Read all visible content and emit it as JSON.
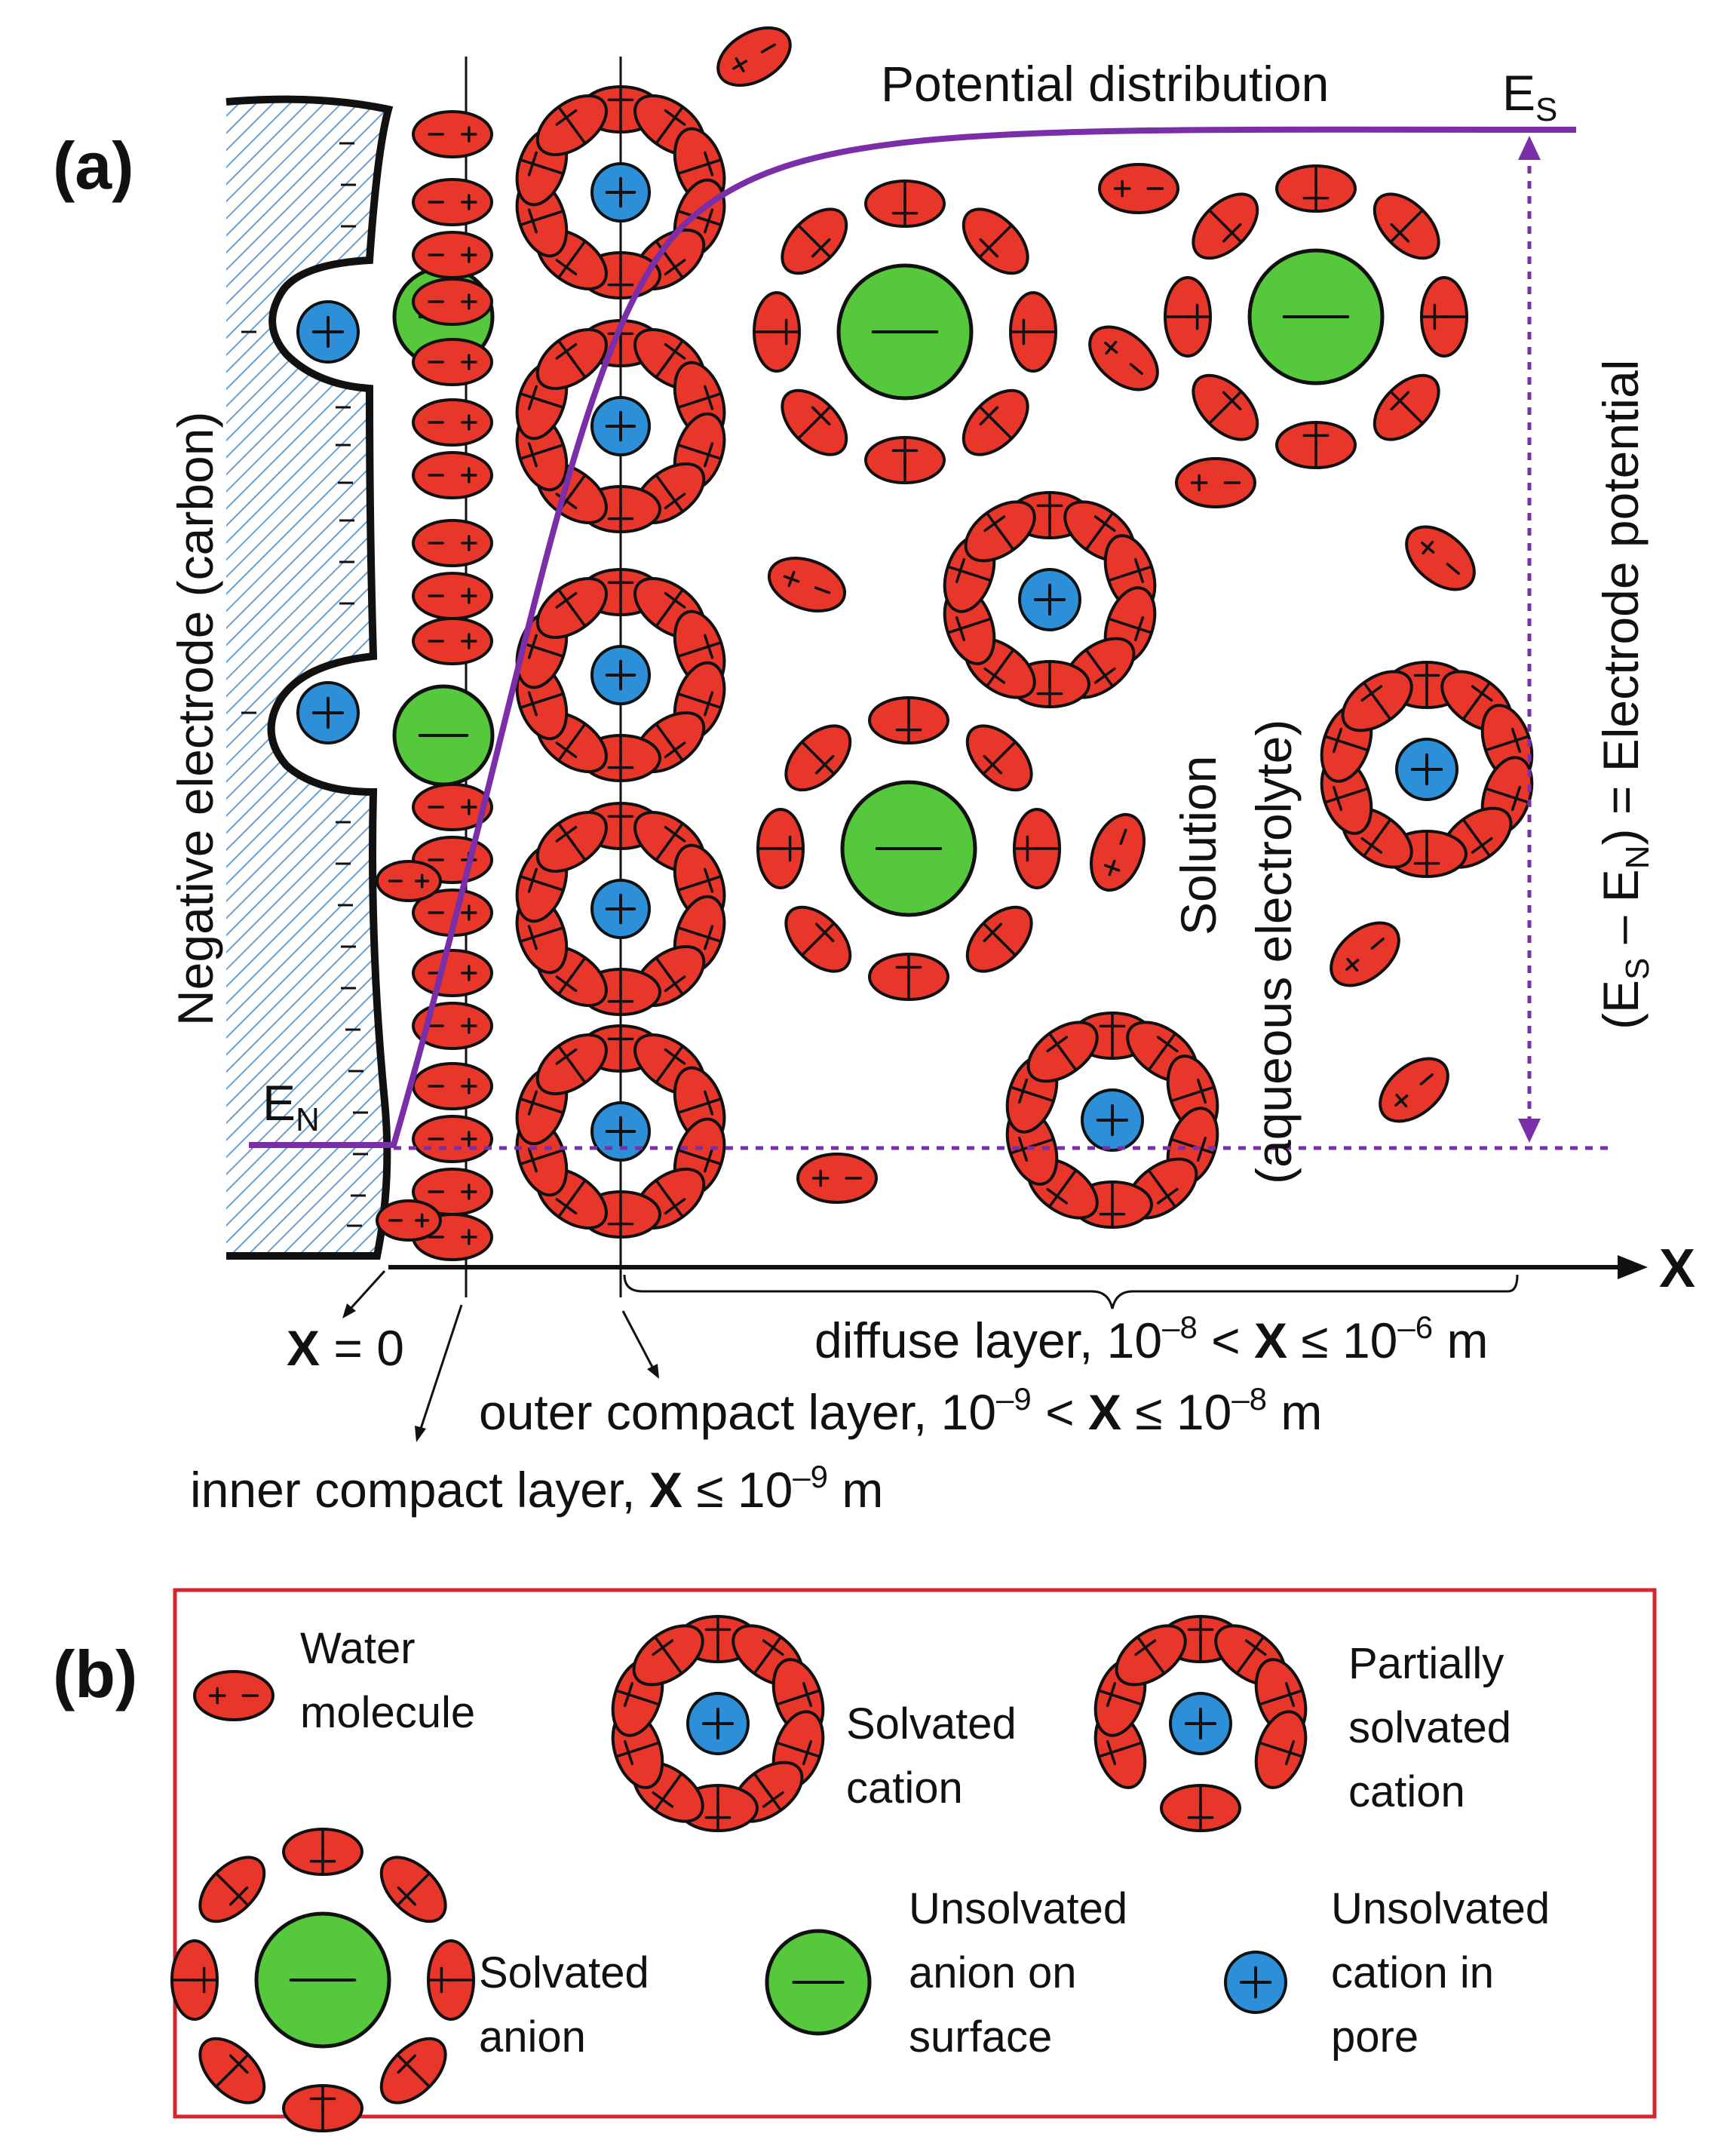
{
  "panel_a": {
    "label": "(a)",
    "title": "Potential distribution",
    "es_label": {
      "main": "E",
      "sub": "S"
    },
    "en_label": {
      "main": "E",
      "sub": "N"
    },
    "electrode_label": "Negative electrode (carbon)",
    "solution_label_line1": "Solution",
    "solution_label_line2": "(aqueous electrolyte)",
    "potential_label": {
      "p1": "(E",
      "s1": "S",
      "p2": " – E",
      "s2": "N",
      "p3": ") = Electrode potential"
    },
    "axis_label": "X",
    "x0": {
      "bold": "X",
      "rest": " = 0"
    },
    "diffuse": {
      "pre": "diffuse layer, 10",
      "sup1": "–8",
      "mid": " < ",
      "bold": "X",
      "post": " ≤ 10",
      "sup2": "–6",
      "end": " m"
    },
    "outer": {
      "pre": "outer compact layer, 10",
      "sup1": "–9",
      "mid": " < ",
      "bold": "X",
      "post": " ≤ 10",
      "sup2": "–8",
      "end": " m"
    },
    "inner": {
      "pre": "inner compact layer, ",
      "bold": "X",
      "post": " ≤ 10",
      "sup": "–9",
      "end": " m"
    }
  },
  "panel_b": {
    "label": "(b)",
    "items": [
      {
        "lines": [
          "Water",
          "molecule"
        ]
      },
      {
        "lines": [
          "Solvated",
          "cation"
        ]
      },
      {
        "lines": [
          "Partially",
          "solvated",
          "cation"
        ]
      },
      {
        "lines": [
          "Solvated",
          "anion"
        ]
      },
      {
        "lines": [
          "Unsolvated",
          "anion on",
          "surface"
        ]
      },
      {
        "lines": [
          "Unsolvated",
          "cation in",
          "pore"
        ]
      }
    ]
  },
  "colors": {
    "water": "#e8372a",
    "cation": "#2d8fd8",
    "anion": "#55c83b",
    "potential_line": "#7a2fa8",
    "legend_border": "#d3272c",
    "electrode_hatch": "#6a9fd0"
  },
  "icons": [
    "water-molecule-icon",
    "solvated-cation-icon",
    "partially-solvated-cation-icon",
    "solvated-anion-icon",
    "unsolvated-anion-icon",
    "unsolvated-cation-icon"
  ]
}
